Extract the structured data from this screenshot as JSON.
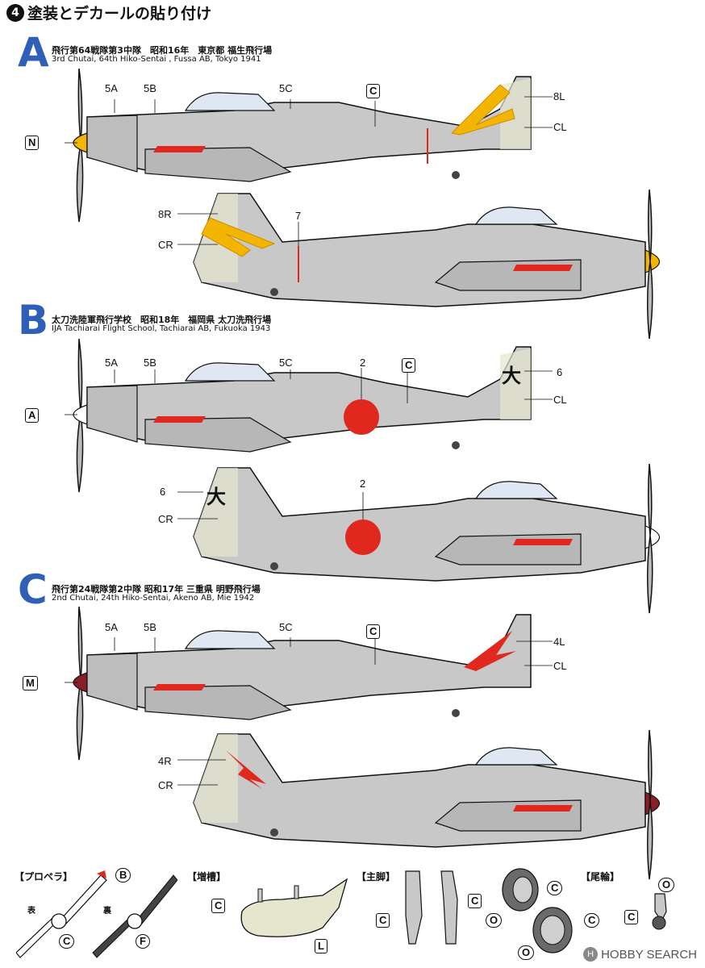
{
  "header": {
    "number": "4",
    "title": "塗装とデカールの貼り付け"
  },
  "schemes": [
    {
      "letter": "A",
      "title_jp": "飛行第64戦隊第3中隊　昭和16年　東京都 福生飛行場",
      "title_en": "3rd Chutai, 64th Hiko-Sentai , Fussa AB, Tokyo 1941",
      "left": {
        "spinner_label": "N",
        "callouts": [
          "5A",
          "5B",
          "5C",
          "C",
          "8L",
          "CL"
        ]
      },
      "right": {
        "callouts": [
          "8R",
          "CR",
          "7"
        ]
      }
    },
    {
      "letter": "B",
      "title_jp": "太刀洗陸軍飛行学校　昭和18年　福岡県 太刀洗飛行場",
      "title_en": "IJA Tachiarai Flight School, Tachiarai AB, Fukuoka 1943",
      "left": {
        "spinner_label": "A",
        "callouts": [
          "5A",
          "5B",
          "5C",
          "2",
          "C",
          "6",
          "CL"
        ],
        "tail_kanji": "大"
      },
      "right": {
        "callouts": [
          "6",
          "CR",
          "2"
        ],
        "tail_kanji": "大"
      }
    },
    {
      "letter": "C",
      "title_jp": "飛行第24戦隊第2中隊 昭和17年 三重県 明野飛行場",
      "title_en": "2nd Chutai, 24th Hiko-Sentai, Akeno AB, Mie 1942",
      "left": {
        "spinner_label": "M",
        "callouts": [
          "5A",
          "5B",
          "5C",
          "C",
          "4L",
          "CL"
        ]
      },
      "right": {
        "callouts": [
          "4R",
          "CR"
        ]
      }
    }
  ],
  "parts": {
    "propeller": {
      "title": "【プロペラ】",
      "front": "表",
      "back": "裏",
      "labels": [
        "B",
        "C",
        "F"
      ]
    },
    "drop_tank": {
      "title": "【増槽】",
      "labels": [
        "C",
        "L"
      ]
    },
    "main_gear": {
      "title": "【主脚】",
      "labels": [
        "C",
        "C"
      ]
    },
    "wheels": {
      "labels": [
        "C",
        "O",
        "C",
        "O"
      ]
    },
    "tail_wheel": {
      "title": "【尾輪】",
      "labels": [
        "O",
        "C"
      ]
    }
  },
  "watermark": "HOBBY SEARCH",
  "colors": {
    "scheme_letter": "#2f5fb6",
    "fuselage_gray": "#c8c8c8",
    "hinomaru_red": "#e0281e",
    "spinner_yellow": "#f2b600",
    "spinner_maroon": "#8a1e28",
    "tail_stripe_light": "#e6e6cf"
  }
}
